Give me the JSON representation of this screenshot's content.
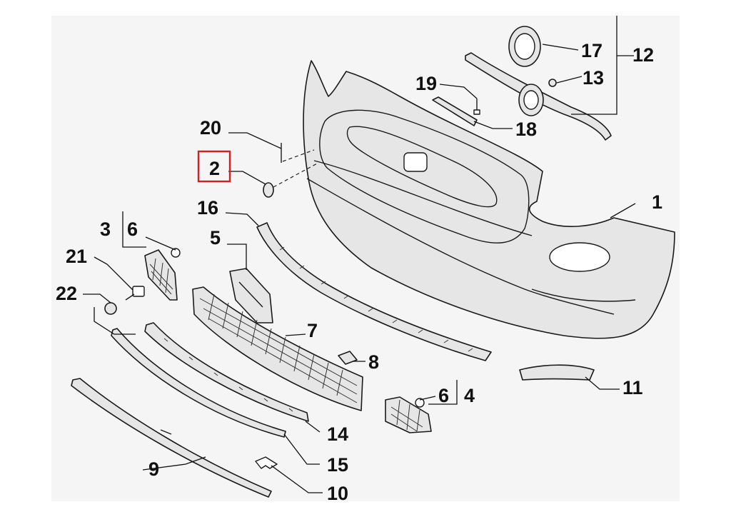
{
  "diagram": {
    "highlight_color": "#d62020",
    "line_color": "#111111",
    "callouts": [
      {
        "id": "c1",
        "label": "1"
      },
      {
        "id": "c2",
        "label": "2"
      },
      {
        "id": "c3",
        "label": "3"
      },
      {
        "id": "c6a",
        "label": "6"
      },
      {
        "id": "c4",
        "label": "4"
      },
      {
        "id": "c6b",
        "label": "6"
      },
      {
        "id": "c5",
        "label": "5"
      },
      {
        "id": "c7",
        "label": "7"
      },
      {
        "id": "c8",
        "label": "8"
      },
      {
        "id": "c9",
        "label": "9"
      },
      {
        "id": "c10",
        "label": "10"
      },
      {
        "id": "c11",
        "label": "11"
      },
      {
        "id": "c12",
        "label": "12"
      },
      {
        "id": "c13",
        "label": "13"
      },
      {
        "id": "c14",
        "label": "14"
      },
      {
        "id": "c15",
        "label": "15"
      },
      {
        "id": "c16",
        "label": "16"
      },
      {
        "id": "c17",
        "label": "17"
      },
      {
        "id": "c18",
        "label": "18"
      },
      {
        "id": "c19",
        "label": "19"
      },
      {
        "id": "c20",
        "label": "20"
      },
      {
        "id": "c21",
        "label": "21"
      },
      {
        "id": "c22",
        "label": "22"
      }
    ],
    "highlighted_callout": "2"
  }
}
